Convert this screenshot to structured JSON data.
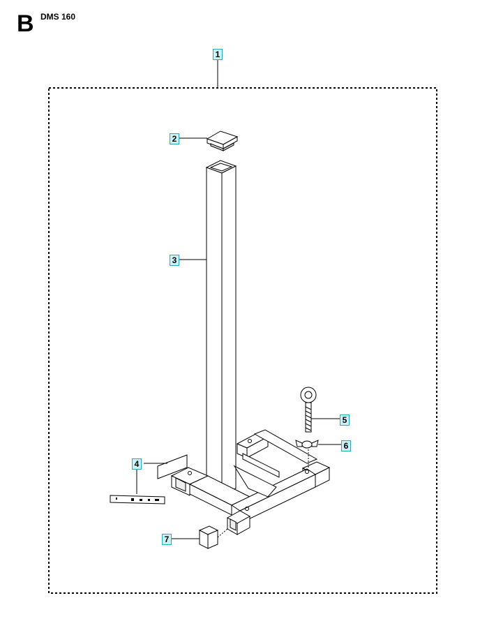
{
  "header": {
    "section": "B",
    "model": "DMS 160"
  },
  "callouts": [
    {
      "id": "1",
      "label": "1"
    },
    {
      "id": "2",
      "label": "2"
    },
    {
      "id": "3",
      "label": "3"
    },
    {
      "id": "4",
      "label": "4"
    },
    {
      "id": "5",
      "label": "5"
    },
    {
      "id": "6",
      "label": "6"
    },
    {
      "id": "7",
      "label": "7"
    }
  ],
  "colors": {
    "callout_bg": "#c9f3f7",
    "callout_border": "#2aa9c0",
    "line": "#000000"
  }
}
